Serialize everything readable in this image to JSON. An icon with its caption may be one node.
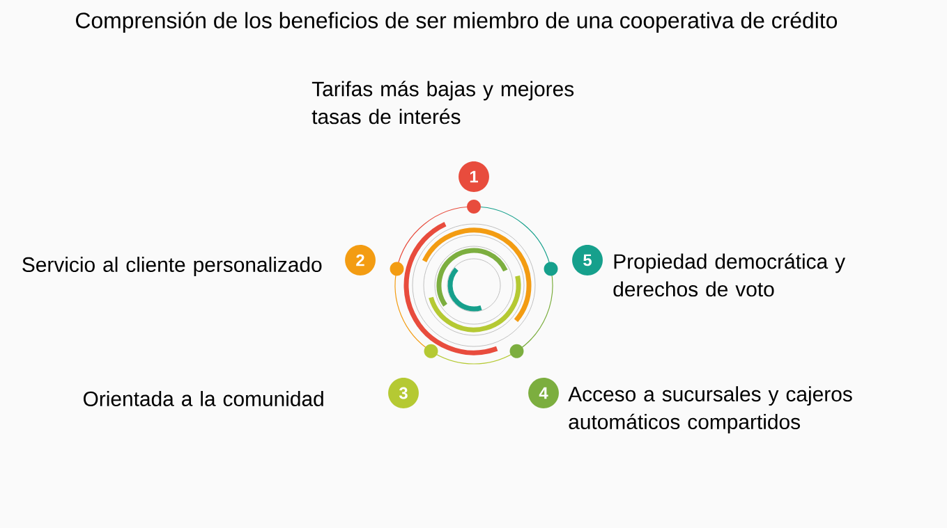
{
  "diagram": {
    "title": "Comprensión de los beneficios de ser miembro de una cooperativa de crédito",
    "nodes": [
      {
        "text": [
          "1"
        ],
        "beside": [
          "Tarifas más bajas y mejores tasas de interés"
        ]
      },
      {
        "text": [
          "2"
        ],
        "beside": [
          "Servicio al cliente personalizado"
        ]
      },
      {
        "text": [
          "3"
        ],
        "beside": [
          "Orientada a la comunidad"
        ]
      },
      {
        "text": [
          "4"
        ],
        "beside": [
          "Acceso a sucursales y cajeros automáticos compartidos"
        ]
      },
      {
        "text": [
          "5"
        ],
        "beside": [
          "Propiedad democrática y derechos de voto"
        ]
      }
    ]
  }
}
